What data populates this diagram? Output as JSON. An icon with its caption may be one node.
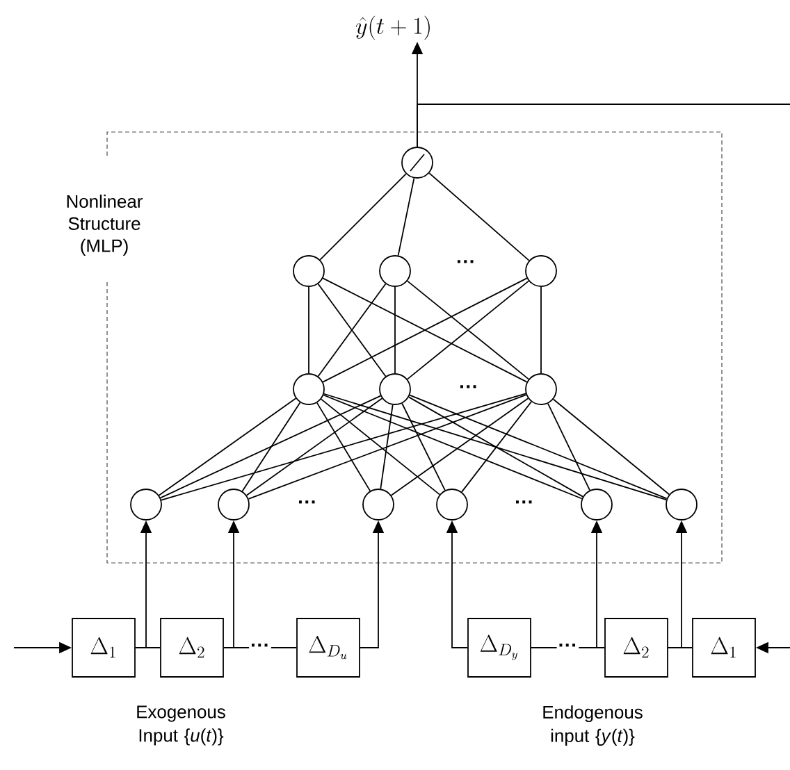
{
  "diagram": {
    "nodes": [
      {
        "text": [
          "\\hat{y}(t+1)"
        ]
      },
      {
        "text": [
          "Nonlinear Structure (MLP)"
        ]
      },
      {
        "text": [],
        "shape": "circle",
        "in": 1
      },
      {
        "text": [],
        "shape": "circle",
        "in": 1
      },
      {
        "text": [],
        "shape": "circle",
        "in": 1
      },
      {
        "text": [],
        "shape": "circle",
        "in": 1
      },
      {
        "text": [],
        "shape": "circle",
        "in": 1
      },
      {
        "text": [],
        "shape": "circle",
        "in": 1
      },
      {
        "text": [],
        "shape": "circle",
        "in": 1
      },
      {
        "text": [],
        "shape": "circle",
        "in": 1
      },
      {
        "text": [],
        "shape": "circle",
        "in": 1
      },
      {
        "text": [],
        "shape": "circle",
        "in": 1
      },
      {
        "text": [],
        "shape": "circle",
        "in": 1
      },
      {
        "text": [],
        "shape": "circle",
        "in": 1
      },
      {
        "text": [],
        "shape": "circle",
        "in": 1
      },
      {
        "text": [
          "\\Delta_{1}"
        ]
      },
      {
        "text": [
          "\\Delta_{2}"
        ]
      },
      {
        "text": [
          "\\Delta_{D_u}"
        ]
      },
      {
        "text": [
          "\\Delta_{D_y}"
        ]
      },
      {
        "text": [
          "\\Delta_{2}"
        ]
      },
      {
        "text": [
          "\\Delta_{1}"
        ]
      }
    ],
    "edges": [
      {
        "from": null,
        "to": 15,
        "arrow": "to"
      },
      {
        "from": 15,
        "to": 16,
        "arrow": "none"
      },
      {
        "from": 16,
        "to": 17,
        "arrow": "none",
        "label": "···"
      },
      {
        "from": null,
        "to": 20,
        "arrow": "to"
      },
      {
        "from": 20,
        "to": 19,
        "arrow": "none"
      },
      {
        "from": 19,
        "to": 18,
        "arrow": "none",
        "label": "···"
      },
      {
        "from": 15,
        "to": 9,
        "arrow": "to"
      },
      {
        "from": 16,
        "to": 10,
        "arrow": "to"
      },
      {
        "from": 17,
        "to": 11,
        "arrow": "to"
      },
      {
        "from": 18,
        "to": 12,
        "arrow": "to"
      },
      {
        "from": 19,
        "to": 13,
        "arrow": "to"
      },
      {
        "from": 20,
        "to": 14,
        "arrow": "to"
      },
      {
        "from": 9,
        "to": 6,
        "arrow": "none"
      },
      {
        "from": 9,
        "to": 7,
        "arrow": "none"
      },
      {
        "from": 9,
        "to": 8,
        "arrow": "none"
      },
      {
        "from": 10,
        "to": 6,
        "arrow": "none"
      },
      {
        "from": 10,
        "to": 7,
        "arrow": "none"
      },
      {
        "from": 10,
        "to": 8,
        "arrow": "none"
      },
      {
        "from": 11,
        "to": 6,
        "arrow": "none"
      },
      {
        "from": 11,
        "to": 7,
        "arrow": "none"
      },
      {
        "from": 11,
        "to": 8,
        "arrow": "none"
      },
      {
        "from": 12,
        "to": 6,
        "arrow": "none"
      },
      {
        "from": 12,
        "to": 7,
        "arrow": "none"
      },
      {
        "from": 12,
        "to": 8,
        "arrow": "none"
      },
      {
        "from": 13,
        "to": 6,
        "arrow": "none"
      },
      {
        "from": 13,
        "to": 7,
        "arrow": "none"
      },
      {
        "from": 13,
        "to": 8,
        "arrow": "none"
      },
      {
        "from": 14,
        "to": 6,
        "arrow": "none"
      },
      {
        "from": 14,
        "to": 7,
        "arrow": "none"
      },
      {
        "from": 14,
        "to": 8,
        "arrow": "none"
      },
      {
        "from": 6,
        "to": 3,
        "arrow": "none"
      },
      {
        "from": 6,
        "to": 4,
        "arrow": "none"
      },
      {
        "from": 6,
        "to": 5,
        "arrow": "none"
      },
      {
        "from": 7,
        "to": 3,
        "arrow": "none"
      },
      {
        "from": 7,
        "to": 4,
        "arrow": "none"
      },
      {
        "from": 7,
        "to": 5,
        "arrow": "none"
      },
      {
        "from": 8,
        "to": 3,
        "arrow": "none"
      },
      {
        "from": 8,
        "to": 4,
        "arrow": "none"
      },
      {
        "from": 8,
        "to": 5,
        "arrow": "none"
      },
      {
        "from": 3,
        "to": 2,
        "arrow": "none"
      },
      {
        "from": 4,
        "to": 2,
        "arrow": "none"
      },
      {
        "from": 5,
        "to": 2,
        "arrow": "none"
      },
      {
        "from": 2,
        "to": 0,
        "arrow": "to"
      },
      {
        "from": 2,
        "to": null,
        "arrow": "none"
      }
    ],
    "labels": [
      "···",
      "···",
      "···",
      "···",
      "Exogenous Input {*u*(*t*)}",
      "Endogenous input {*y*(*t*)}"
    ]
  }
}
